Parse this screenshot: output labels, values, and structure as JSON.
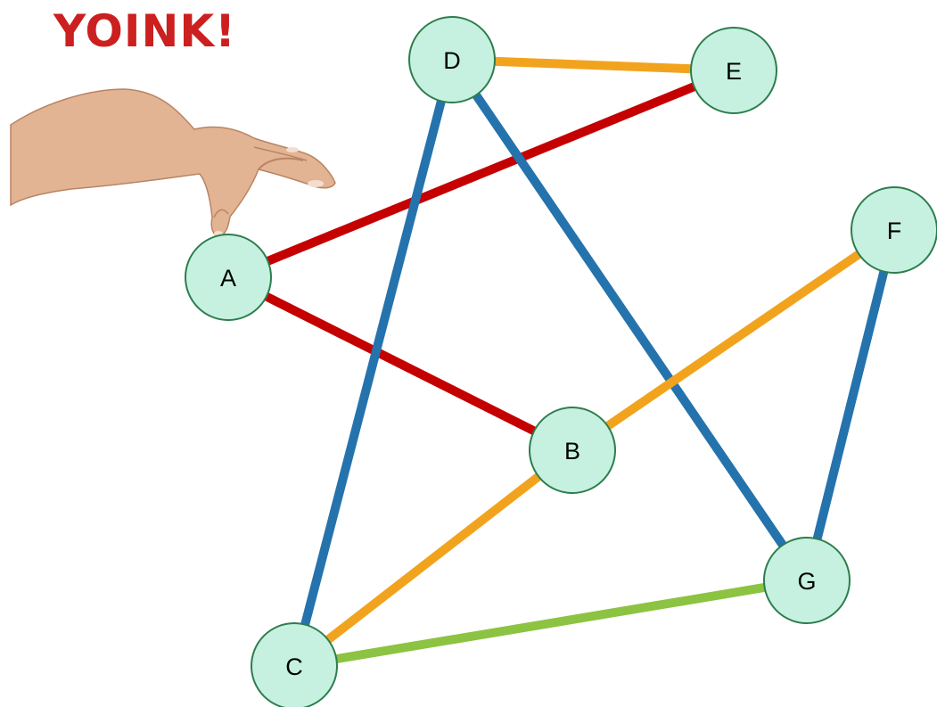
{
  "caption": {
    "text": "YOINK!",
    "color": "#cc1f1f"
  },
  "hand": {
    "icon": "hand-pinching-icon"
  },
  "graph": {
    "node_fill": "#c6f1e0",
    "node_stroke": "#2e7d4e",
    "nodes": [
      {
        "id": "A",
        "label": "A"
      },
      {
        "id": "B",
        "label": "B"
      },
      {
        "id": "C",
        "label": "C"
      },
      {
        "id": "D",
        "label": "D"
      },
      {
        "id": "E",
        "label": "E"
      },
      {
        "id": "F",
        "label": "F"
      },
      {
        "id": "G",
        "label": "G"
      }
    ],
    "edges": [
      {
        "from": "D",
        "to": "E",
        "color": "#f2a31e"
      },
      {
        "from": "A",
        "to": "E",
        "color": "#c40000"
      },
      {
        "from": "A",
        "to": "B",
        "color": "#c40000"
      },
      {
        "from": "D",
        "to": "C",
        "color": "#2573ad"
      },
      {
        "from": "D",
        "to": "G",
        "color": "#2573ad"
      },
      {
        "from": "F",
        "to": "G",
        "color": "#2573ad"
      },
      {
        "from": "B",
        "to": "F",
        "color": "#f2a31e"
      },
      {
        "from": "B",
        "to": "C",
        "color": "#f2a31e"
      },
      {
        "from": "C",
        "to": "G",
        "color": "#8cc342"
      }
    ]
  }
}
